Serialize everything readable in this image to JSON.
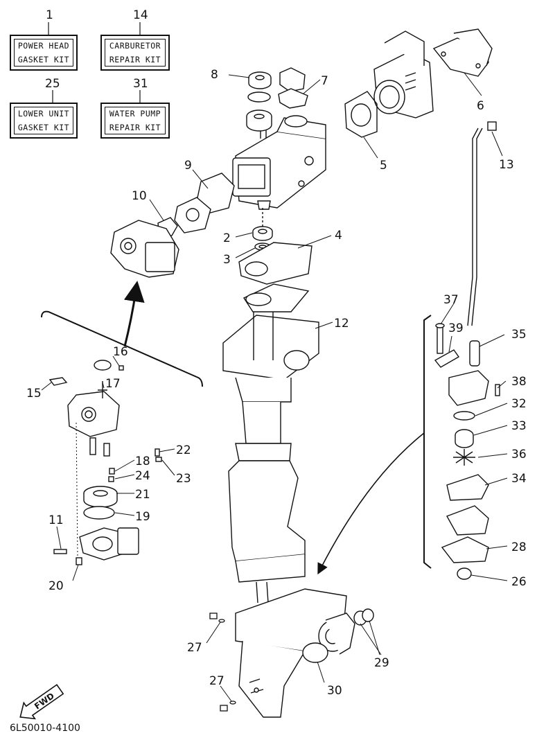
{
  "kits": [
    {
      "number": "1",
      "line1": "POWER HEAD",
      "line2": "GASKET KIT"
    },
    {
      "number": "14",
      "line1": "CARBURETOR",
      "line2": "REPAIR KIT"
    },
    {
      "number": "25",
      "line1": "LOWER UNIT",
      "line2": "GASKET KIT"
    },
    {
      "number": "31",
      "line1": "WATER PUMP",
      "line2": "REPAIR KIT"
    }
  ],
  "callouts": [
    "2",
    "3",
    "4",
    "5",
    "6",
    "7",
    "8",
    "9",
    "10",
    "11",
    "12",
    "13",
    "15",
    "16",
    "17",
    "18",
    "19",
    "20",
    "21",
    "22",
    "23",
    "24",
    "26",
    "27",
    "27",
    "28",
    "29",
    "30",
    "32",
    "33",
    "34",
    "35",
    "36",
    "37",
    "38",
    "39"
  ],
  "fwd_label": "FWD",
  "diagram_code": "6L50010-4100"
}
